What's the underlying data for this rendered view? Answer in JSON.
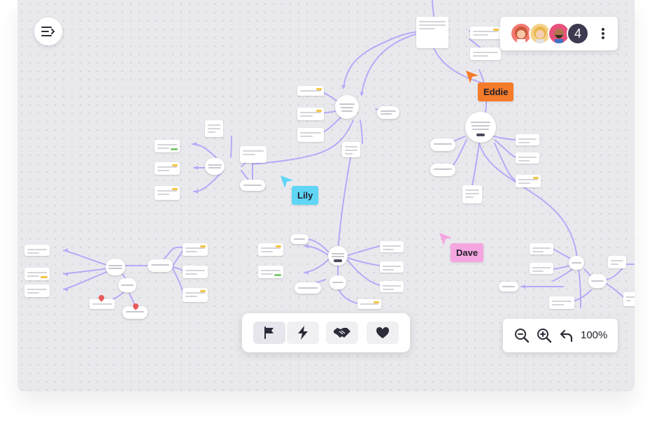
{
  "header": {
    "menu_button_icon": "collapse-menu-icon",
    "collaborators": {
      "avatars": [
        "avatar-woman-red-hair",
        "avatar-woman-blonde",
        "avatar-man-beard"
      ],
      "count": "4"
    }
  },
  "cursors": [
    {
      "name": "Eddie",
      "color": "#f47b2a"
    },
    {
      "name": "Lily",
      "color": "#5fd6f5"
    },
    {
      "name": "Dave",
      "color": "#f5a6e0"
    }
  ],
  "toolbar": {
    "tools": [
      {
        "icon": "flag-icon",
        "active": true
      },
      {
        "icon": "lightning-icon",
        "active": false
      },
      {
        "icon": "handshake-icon",
        "active": false
      },
      {
        "icon": "heart-icon",
        "active": false
      }
    ]
  },
  "zoom": {
    "zoom_out_icon": "zoom-out-icon",
    "zoom_in_icon": "zoom-in-icon",
    "undo_icon": "undo-icon",
    "level": "100%"
  },
  "colors": {
    "connector": "#b8a9f7",
    "board": "#e9e9ed",
    "accent": "#3e3a4f"
  }
}
